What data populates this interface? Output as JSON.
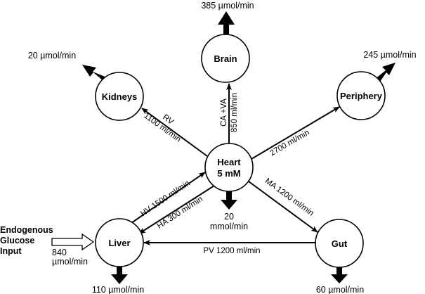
{
  "diagram": {
    "nodes": {
      "brain": {
        "label": "Brain"
      },
      "kidneys": {
        "label": "Kidneys"
      },
      "periphery": {
        "label": "Periphery"
      },
      "heart": {
        "label_line1": "Heart",
        "label_line2": "5 mM"
      },
      "liver": {
        "label": "Liver"
      },
      "gut": {
        "label": "Gut"
      }
    },
    "flows": {
      "rv": {
        "line1": "RV",
        "line2": "1100 ml/min",
        "from": "Heart",
        "to": "Kidneys"
      },
      "ca_va": {
        "line1": "CA +VA",
        "line2": "850 ml/min",
        "from": "Heart",
        "to": "Brain"
      },
      "periphery": {
        "label": "2700 ml/min",
        "from": "Heart",
        "to": "Periphery"
      },
      "ma": {
        "label": "MA 1200 ml/min",
        "from": "Heart",
        "to": "Gut"
      },
      "hv": {
        "label": "HV 1500 ml/min",
        "from": "Liver",
        "to": "Heart"
      },
      "ha": {
        "label": "HA 300 ml/min",
        "from": "Heart",
        "to": "Liver"
      },
      "pv": {
        "label": "PV 1200 ml/min",
        "from": "Gut",
        "to": "Liver"
      }
    },
    "uptakes": {
      "brain": {
        "label": "385 µmol/min"
      },
      "kidneys": {
        "label": "20 µmol/min"
      },
      "periphery": {
        "label": "245 µmol/min"
      },
      "heart": {
        "line1": "20",
        "line2": "mmol/min"
      },
      "liver": {
        "label": "110 µmol/min"
      },
      "gut": {
        "label": "60 µmol/min"
      }
    },
    "input": {
      "title_line1": "Endogenous",
      "title_line2": "Glucose",
      "title_line3": "Input",
      "value_line1": "840",
      "value_line2": "µmol/min"
    }
  }
}
